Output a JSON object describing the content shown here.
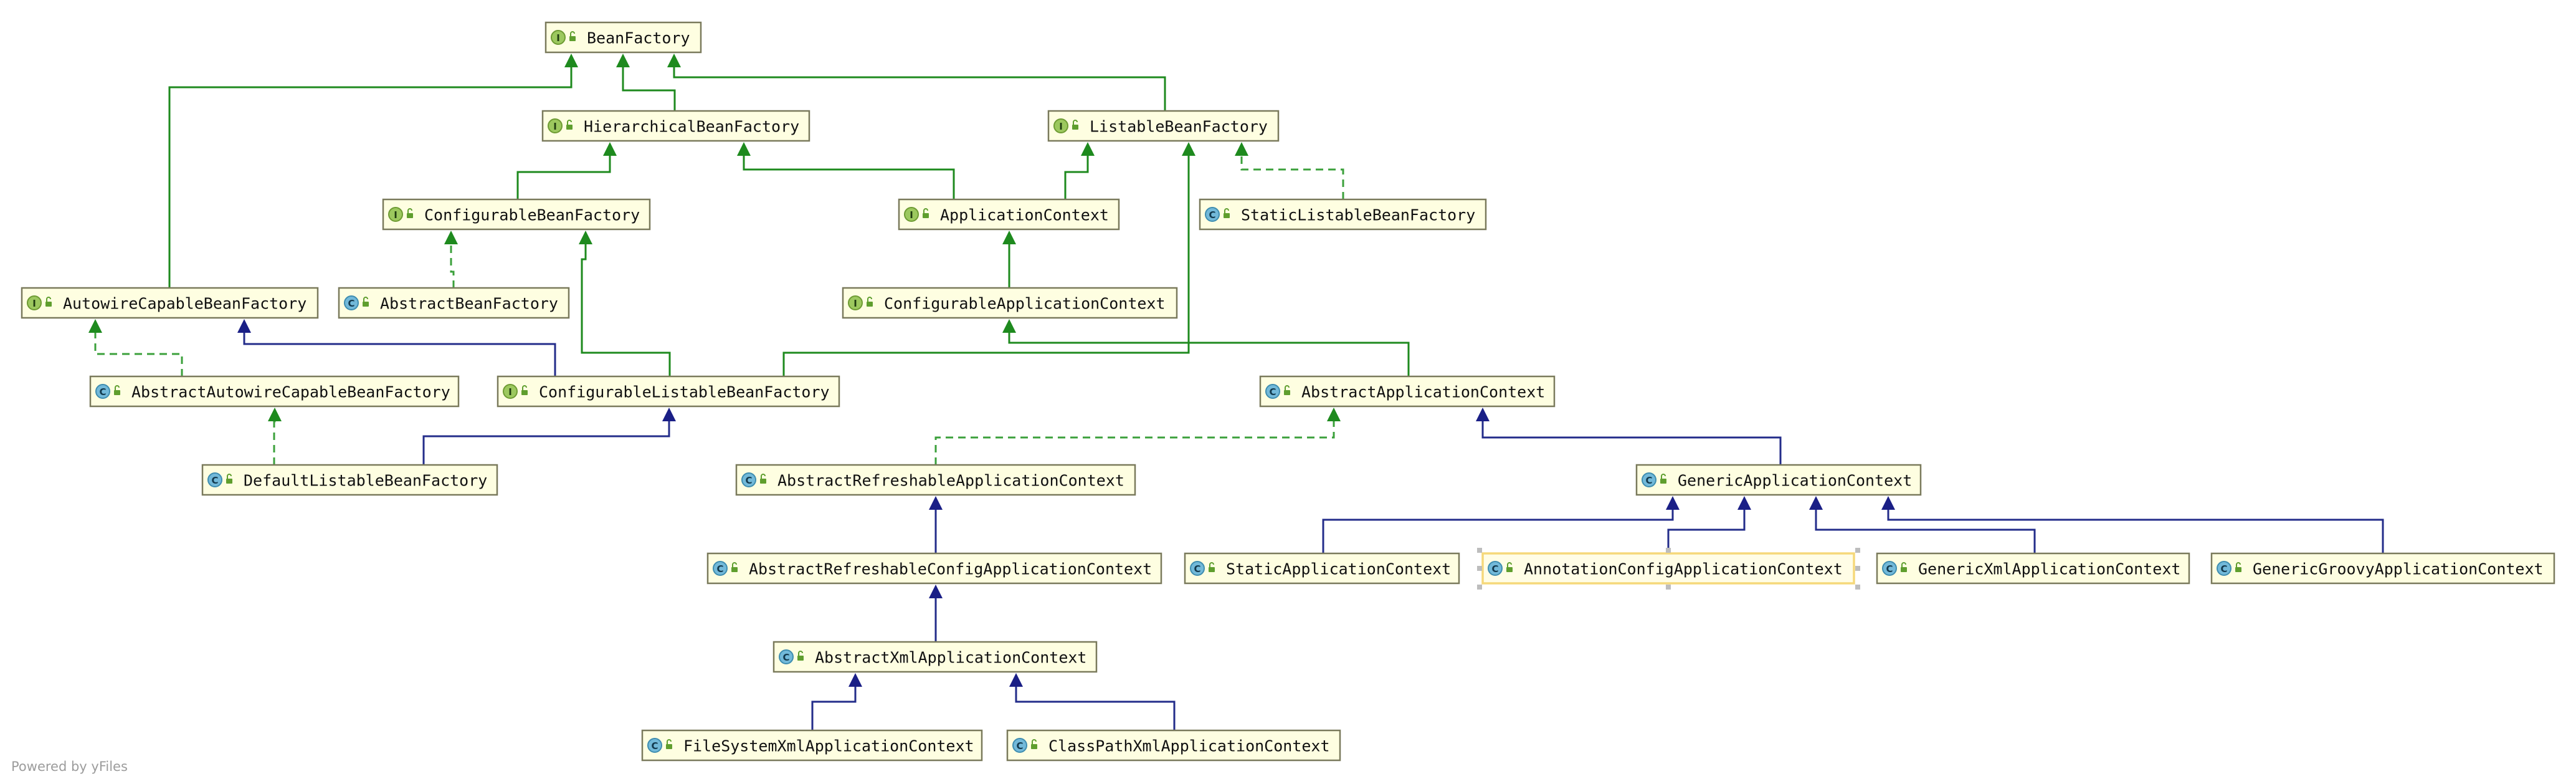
{
  "diagram": {
    "nodes": [
      {
        "id": "BeanFactory",
        "label": "BeanFactory",
        "kind": "I"
      },
      {
        "id": "HierarchicalBeanFactory",
        "label": "HierarchicalBeanFactory",
        "kind": "I"
      },
      {
        "id": "ListableBeanFactory",
        "label": "ListableBeanFactory",
        "kind": "I"
      },
      {
        "id": "ConfigurableBeanFactory",
        "label": "ConfigurableBeanFactory",
        "kind": "I"
      },
      {
        "id": "ApplicationContext",
        "label": "ApplicationContext",
        "kind": "I"
      },
      {
        "id": "StaticListableBeanFactory",
        "label": "StaticListableBeanFactory",
        "kind": "C"
      },
      {
        "id": "AutowireCapableBeanFactory",
        "label": "AutowireCapableBeanFactory",
        "kind": "I"
      },
      {
        "id": "AbstractBeanFactory",
        "label": "AbstractBeanFactory",
        "kind": "C"
      },
      {
        "id": "ConfigurableApplicationContext",
        "label": "ConfigurableApplicationContext",
        "kind": "I"
      },
      {
        "id": "AbstractAutowireCapableBeanFactory",
        "label": "AbstractAutowireCapableBeanFactory",
        "kind": "C"
      },
      {
        "id": "ConfigurableListableBeanFactory",
        "label": "ConfigurableListableBeanFactory",
        "kind": "I"
      },
      {
        "id": "AbstractApplicationContext",
        "label": "AbstractApplicationContext",
        "kind": "C"
      },
      {
        "id": "DefaultListableBeanFactory",
        "label": "DefaultListableBeanFactory",
        "kind": "C"
      },
      {
        "id": "AbstractRefreshableApplicationContext",
        "label": "AbstractRefreshableApplicationContext",
        "kind": "C"
      },
      {
        "id": "GenericApplicationContext",
        "label": "GenericApplicationContext",
        "kind": "C"
      },
      {
        "id": "AbstractRefreshableConfigApplicationContext",
        "label": "AbstractRefreshableConfigApplicationContext",
        "kind": "C"
      },
      {
        "id": "StaticApplicationContext",
        "label": "StaticApplicationContext",
        "kind": "C"
      },
      {
        "id": "AnnotationConfigApplicationContext",
        "label": "AnnotationConfigApplicationContext",
        "kind": "C",
        "selected": true
      },
      {
        "id": "GenericXmlApplicationContext",
        "label": "GenericXmlApplicationContext",
        "kind": "C"
      },
      {
        "id": "GenericGroovyApplicationContext",
        "label": "GenericGroovyApplicationContext",
        "kind": "C"
      },
      {
        "id": "AbstractXmlApplicationContext",
        "label": "AbstractXmlApplicationContext",
        "kind": "C"
      },
      {
        "id": "FileSystemXmlApplicationContext",
        "label": "FileSystemXmlApplicationContext",
        "kind": "C"
      },
      {
        "id": "ClassPathXmlApplicationContext",
        "label": "ClassPathXmlApplicationContext",
        "kind": "C"
      }
    ],
    "edges": [
      {
        "from": "HierarchicalBeanFactory",
        "to": "BeanFactory",
        "type": "interface-extends"
      },
      {
        "from": "ListableBeanFactory",
        "to": "BeanFactory",
        "type": "interface-extends"
      },
      {
        "from": "AutowireCapableBeanFactory",
        "to": "BeanFactory",
        "type": "interface-extends"
      },
      {
        "from": "ConfigurableBeanFactory",
        "to": "HierarchicalBeanFactory",
        "type": "interface-extends"
      },
      {
        "from": "ApplicationContext",
        "to": "HierarchicalBeanFactory",
        "type": "interface-extends"
      },
      {
        "from": "ApplicationContext",
        "to": "ListableBeanFactory",
        "type": "interface-extends"
      },
      {
        "from": "StaticListableBeanFactory",
        "to": "ListableBeanFactory",
        "type": "implements"
      },
      {
        "from": "AbstractBeanFactory",
        "to": "ConfigurableBeanFactory",
        "type": "implements"
      },
      {
        "from": "ConfigurableApplicationContext",
        "to": "ApplicationContext",
        "type": "interface-extends"
      },
      {
        "from": "AbstractAutowireCapableBeanFactory",
        "to": "AutowireCapableBeanFactory",
        "type": "implements"
      },
      {
        "from": "AbstractAutowireCapableBeanFactory",
        "to": "AbstractBeanFactory",
        "type": "extends"
      },
      {
        "from": "ConfigurableListableBeanFactory",
        "to": "AutowireCapableBeanFactory",
        "type": "interface-extends"
      },
      {
        "from": "ConfigurableListableBeanFactory",
        "to": "ConfigurableBeanFactory",
        "type": "interface-extends"
      },
      {
        "from": "ConfigurableListableBeanFactory",
        "to": "ListableBeanFactory",
        "type": "interface-extends"
      },
      {
        "from": "AbstractApplicationContext",
        "to": "ConfigurableApplicationContext",
        "type": "implements"
      },
      {
        "from": "DefaultListableBeanFactory",
        "to": "AbstractAutowireCapableBeanFactory",
        "type": "extends"
      },
      {
        "from": "DefaultListableBeanFactory",
        "to": "ConfigurableListableBeanFactory",
        "type": "implements"
      },
      {
        "from": "AbstractRefreshableApplicationContext",
        "to": "AbstractApplicationContext",
        "type": "extends"
      },
      {
        "from": "GenericApplicationContext",
        "to": "AbstractApplicationContext",
        "type": "extends"
      },
      {
        "from": "AbstractRefreshableConfigApplicationContext",
        "to": "AbstractRefreshableApplicationContext",
        "type": "extends"
      },
      {
        "from": "StaticApplicationContext",
        "to": "GenericApplicationContext",
        "type": "extends"
      },
      {
        "from": "AnnotationConfigApplicationContext",
        "to": "GenericApplicationContext",
        "type": "extends"
      },
      {
        "from": "GenericXmlApplicationContext",
        "to": "GenericApplicationContext",
        "type": "extends"
      },
      {
        "from": "GenericGroovyApplicationContext",
        "to": "GenericApplicationContext",
        "type": "extends"
      },
      {
        "from": "AbstractXmlApplicationContext",
        "to": "AbstractRefreshableConfigApplicationContext",
        "type": "extends"
      },
      {
        "from": "FileSystemXmlApplicationContext",
        "to": "AbstractXmlApplicationContext",
        "type": "extends"
      },
      {
        "from": "ClassPathXmlApplicationContext",
        "to": "AbstractXmlApplicationContext",
        "type": "extends"
      }
    ],
    "colors": {
      "node_fill": "#FEFEE1",
      "node_border": "#7A7A5C",
      "selected_border": "#F5D87A",
      "interface_icon": "#9CC85E",
      "class_icon": "#72B9D9",
      "interface_edge": "#1E8A1E",
      "class_edge": "#232C8A"
    },
    "icons": {
      "interface": "interface-icon",
      "class": "class-icon",
      "visibility": "public-visibility-icon"
    }
  },
  "watermark": "Powered by yFiles"
}
